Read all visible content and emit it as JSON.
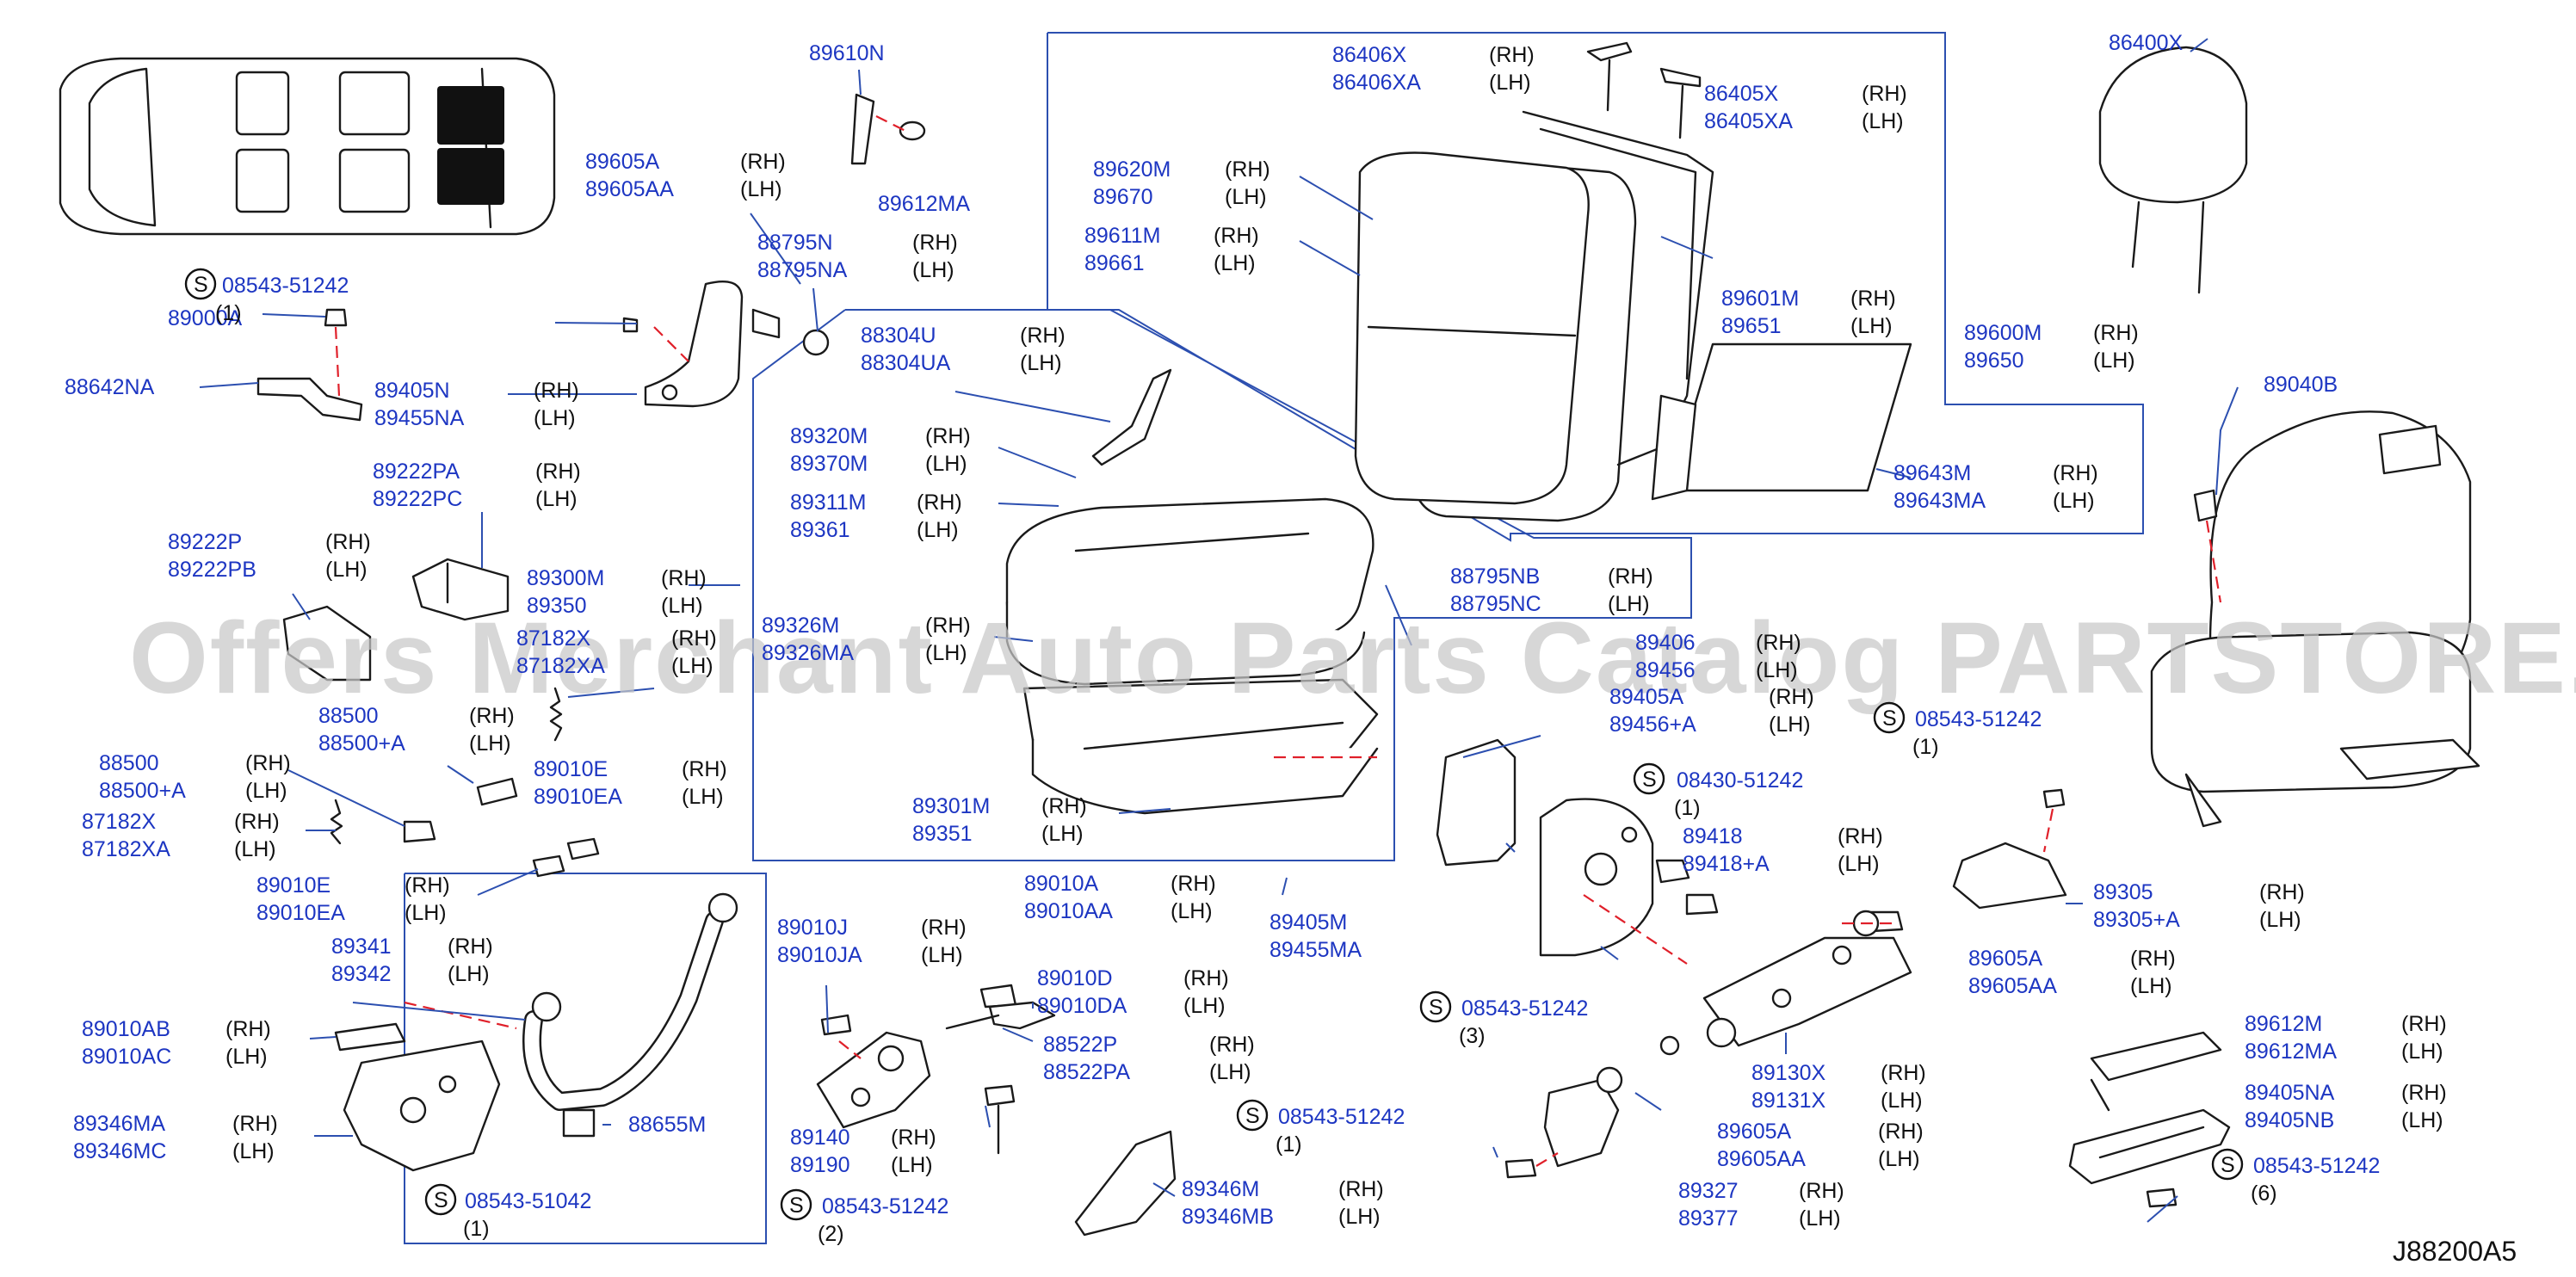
{
  "watermark": "Offers Merchant Auto Parts Catalog PARTSTORE.SA",
  "diagram_code": "J88200A5",
  "screw_symbol": "S",
  "side": {
    "rh": "(RH)",
    "lh": "(LH)"
  },
  "callouts": [
    {
      "rh": "89610N",
      "lh": ""
    },
    {
      "rh": "89612MA",
      "lh": ""
    },
    {
      "rh": "89605A",
      "lh": "89605AA"
    },
    {
      "rh": "88795N",
      "lh": "88795NA"
    },
    {
      "rh": "89000A",
      "lh": ""
    },
    {
      "rh": "88642NA",
      "lh": ""
    },
    {
      "rh": "89405N",
      "lh": "89455NA"
    },
    {
      "rh": "89222PA",
      "lh": "89222PC"
    },
    {
      "rh": "89222P",
      "lh": "89222PB"
    },
    {
      "rh": "89300M",
      "lh": "89350"
    },
    {
      "rh": "87182X",
      "lh": "87182XA"
    },
    {
      "rh": "88500",
      "lh": "88500+A"
    },
    {
      "rh": "88500",
      "lh": "88500+A"
    },
    {
      "rh": "89010E",
      "lh": "89010EA"
    },
    {
      "rh": "87182X",
      "lh": "87182XA"
    },
    {
      "rh": "89010E",
      "lh": "89010EA"
    },
    {
      "rh": "89341",
      "lh": "89342"
    },
    {
      "rh": "89010AB",
      "lh": "89010AC"
    },
    {
      "rh": "89346MA",
      "lh": "89346MC"
    },
    {
      "rh": "88655M",
      "lh": ""
    },
    {
      "rh": "88304U",
      "lh": "88304UA"
    },
    {
      "rh": "89320M",
      "lh": "89370M"
    },
    {
      "rh": "89311M",
      "lh": "89361"
    },
    {
      "rh": "89326M",
      "lh": "89326MA"
    },
    {
      "rh": "89301M",
      "lh": "89351"
    },
    {
      "rh": "89010J",
      "lh": "89010JA"
    },
    {
      "rh": "89010D",
      "lh": "89010DA"
    },
    {
      "rh": "88522P",
      "lh": "88522PA"
    },
    {
      "rh": "89140",
      "lh": "89190"
    },
    {
      "rh": "89346M",
      "lh": "89346MB"
    },
    {
      "rh": "89010A",
      "lh": "89010AA"
    },
    {
      "rh": "89405M",
      "lh": "89455MA"
    },
    {
      "rh": "86406X",
      "lh": "86406XA"
    },
    {
      "rh": "86405X",
      "lh": "86405XA"
    },
    {
      "rh": "89620M",
      "lh": "89670"
    },
    {
      "rh": "89611M",
      "lh": "89661"
    },
    {
      "rh": "89601M",
      "lh": "89651"
    },
    {
      "rh": "89600M",
      "lh": "89650"
    },
    {
      "rh": "89643M",
      "lh": "89643MA"
    },
    {
      "rh": "88795NB",
      "lh": "88795NC"
    },
    {
      "rh": "89406",
      "lh": "89456"
    },
    {
      "rh": "89405A",
      "lh": "89456+A"
    },
    {
      "rh": "89418",
      "lh": "89418+A"
    },
    {
      "rh": "89130X",
      "lh": "89131X"
    },
    {
      "rh": "89605A",
      "lh": "89605AA"
    },
    {
      "rh": "89605A",
      "lh": "89605AA"
    },
    {
      "rh": "89327",
      "lh": "89377"
    },
    {
      "rh": "86400X",
      "lh": ""
    },
    {
      "rh": "89040B",
      "lh": ""
    },
    {
      "rh": "89305",
      "lh": "89305+A"
    },
    {
      "rh": "89612M",
      "lh": "89612MA"
    },
    {
      "rh": "89405NA",
      "lh": "89405NB"
    }
  ],
  "screws": [
    {
      "code": "08543-51242",
      "qty": "(1)"
    },
    {
      "code": "08543-51042",
      "qty": "(1)"
    },
    {
      "code": "08543-51242",
      "qty": "(2)"
    },
    {
      "code": "08543-51242",
      "qty": "(1)"
    },
    {
      "code": "08430-51242",
      "qty": "(1)"
    },
    {
      "code": "08543-51242",
      "qty": "(3)"
    },
    {
      "code": "08543-51242",
      "qty": "(1)"
    },
    {
      "code": "08543-51242",
      "qty": "(6)"
    }
  ]
}
